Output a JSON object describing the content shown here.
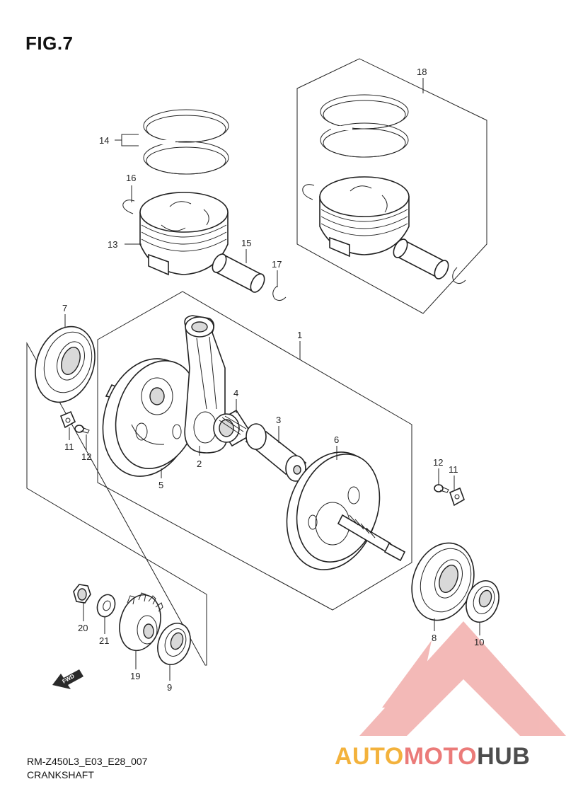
{
  "figure": {
    "title": "FIG.7"
  },
  "footer": {
    "code": "RM-Z450L3_E03_E28_007",
    "name": "CRANKSHAFT"
  },
  "watermark": {
    "brand_part1": "AUTO",
    "brand_part2": "MOTO",
    "brand_part3": "HUB",
    "colors": {
      "auto": "#f3b23c",
      "moto": "#eb7b79",
      "hub": "#4d4d4d",
      "triangle": "#f0a29f"
    }
  },
  "arrow_label": "FWD",
  "callouts": {
    "c1": "1",
    "c2": "2",
    "c3": "3",
    "c4": "4",
    "c5": "5",
    "c6": "6",
    "c7": "7",
    "c8": "8",
    "c9": "9",
    "c10": "10",
    "c11a": "11",
    "c11b": "11",
    "c12a": "12",
    "c12b": "12",
    "c13": "13",
    "c14": "14",
    "c15": "15",
    "c16": "16",
    "c17": "17",
    "c18": "18",
    "c19": "19",
    "c20": "20",
    "c21": "21"
  }
}
